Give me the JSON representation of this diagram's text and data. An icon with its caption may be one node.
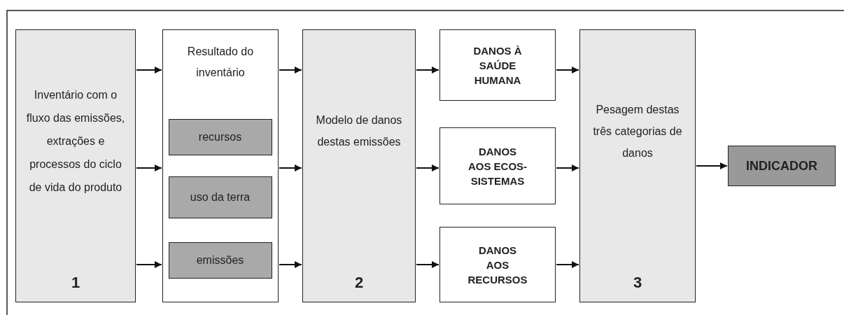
{
  "diagram": {
    "nodes": [
      {
        "text": [
          "Inventário com o fluxo das emissões, extrações e processos do ciclo de vida do produto",
          "1"
        ]
      },
      {
        "text": [
          "Resultado do inventário"
        ]
      },
      {
        "text": [
          "recursos"
        ],
        "in": 1
      },
      {
        "text": [
          "uso da terra"
        ],
        "in": 1
      },
      {
        "text": [
          "emissões"
        ],
        "in": 1
      },
      {
        "text": [
          "Modelo de danos destas emissões",
          "2"
        ]
      },
      {
        "text": [
          "DANOS À SAÚDE HUMANA"
        ]
      },
      {
        "text": [
          "DANOS AOS ECOS- SISTEMAS"
        ]
      },
      {
        "text": [
          "DANOS AOS RECURSOS"
        ]
      },
      {
        "text": [
          "Pesagem destas três categorias de danos",
          "3"
        ]
      },
      {
        "text": [
          "INDICADOR"
        ]
      }
    ],
    "edges": [
      {
        "from": 0,
        "to": 1,
        "arrow": "to"
      },
      {
        "from": 0,
        "to": 1,
        "arrow": "to"
      },
      {
        "from": 0,
        "to": 1,
        "arrow": "to"
      },
      {
        "from": 1,
        "to": 5,
        "arrow": "to"
      },
      {
        "from": 1,
        "to": 5,
        "arrow": "to"
      },
      {
        "from": 1,
        "to": 5,
        "arrow": "to"
      },
      {
        "from": 5,
        "to": 6,
        "arrow": "to"
      },
      {
        "from": 5,
        "to": 7,
        "arrow": "to"
      },
      {
        "from": 5,
        "to": 8,
        "arrow": "to"
      },
      {
        "from": 6,
        "to": 9,
        "arrow": "to"
      },
      {
        "from": 7,
        "to": 9,
        "arrow": "to"
      },
      {
        "from": 8,
        "to": 9,
        "arrow": "to"
      },
      {
        "from": 9,
        "to": 10,
        "arrow": "to"
      }
    ]
  }
}
